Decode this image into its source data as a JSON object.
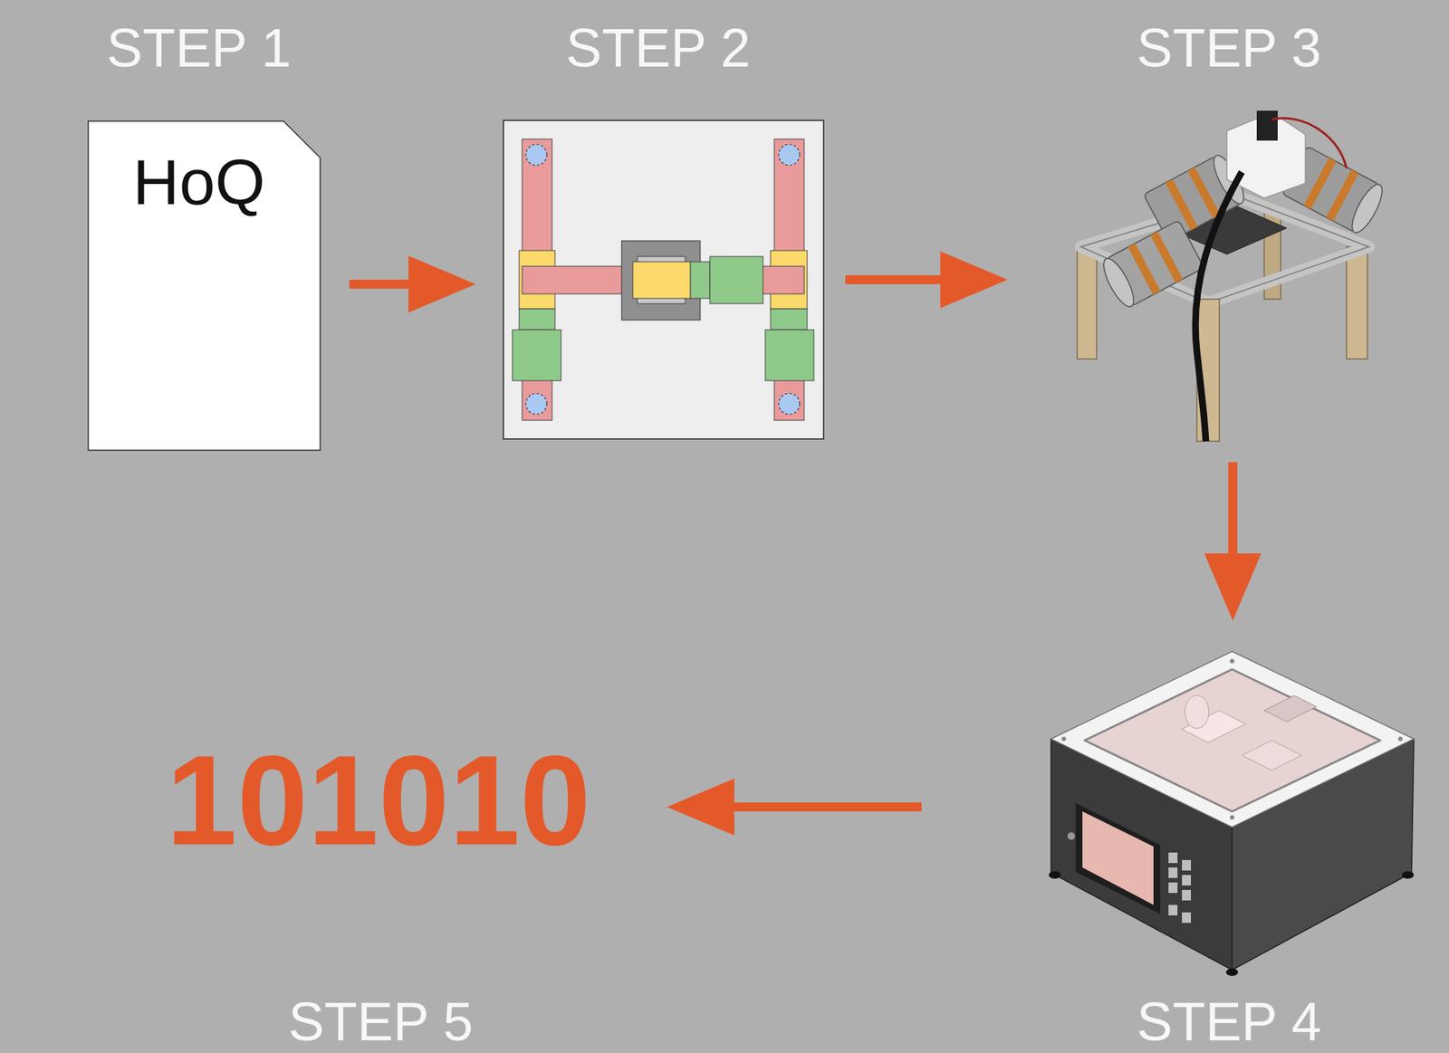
{
  "diagram": {
    "nodes": [
      {
        "text": [
          "STEP 1",
          "HoQ"
        ]
      },
      {
        "text": [
          "STEP 2"
        ]
      },
      {
        "text": [
          "STEP 3"
        ]
      },
      {
        "text": [
          "STEP 4"
        ]
      },
      {
        "text": [
          "101010",
          "STEP 5"
        ]
      }
    ],
    "edges": [
      {
        "from": 0,
        "to": 1,
        "arrow": "to"
      },
      {
        "from": 1,
        "to": 2,
        "arrow": "to"
      },
      {
        "from": 2,
        "to": 3,
        "arrow": "to"
      },
      {
        "from": 3,
        "to": 4,
        "arrow": "to"
      }
    ]
  }
}
